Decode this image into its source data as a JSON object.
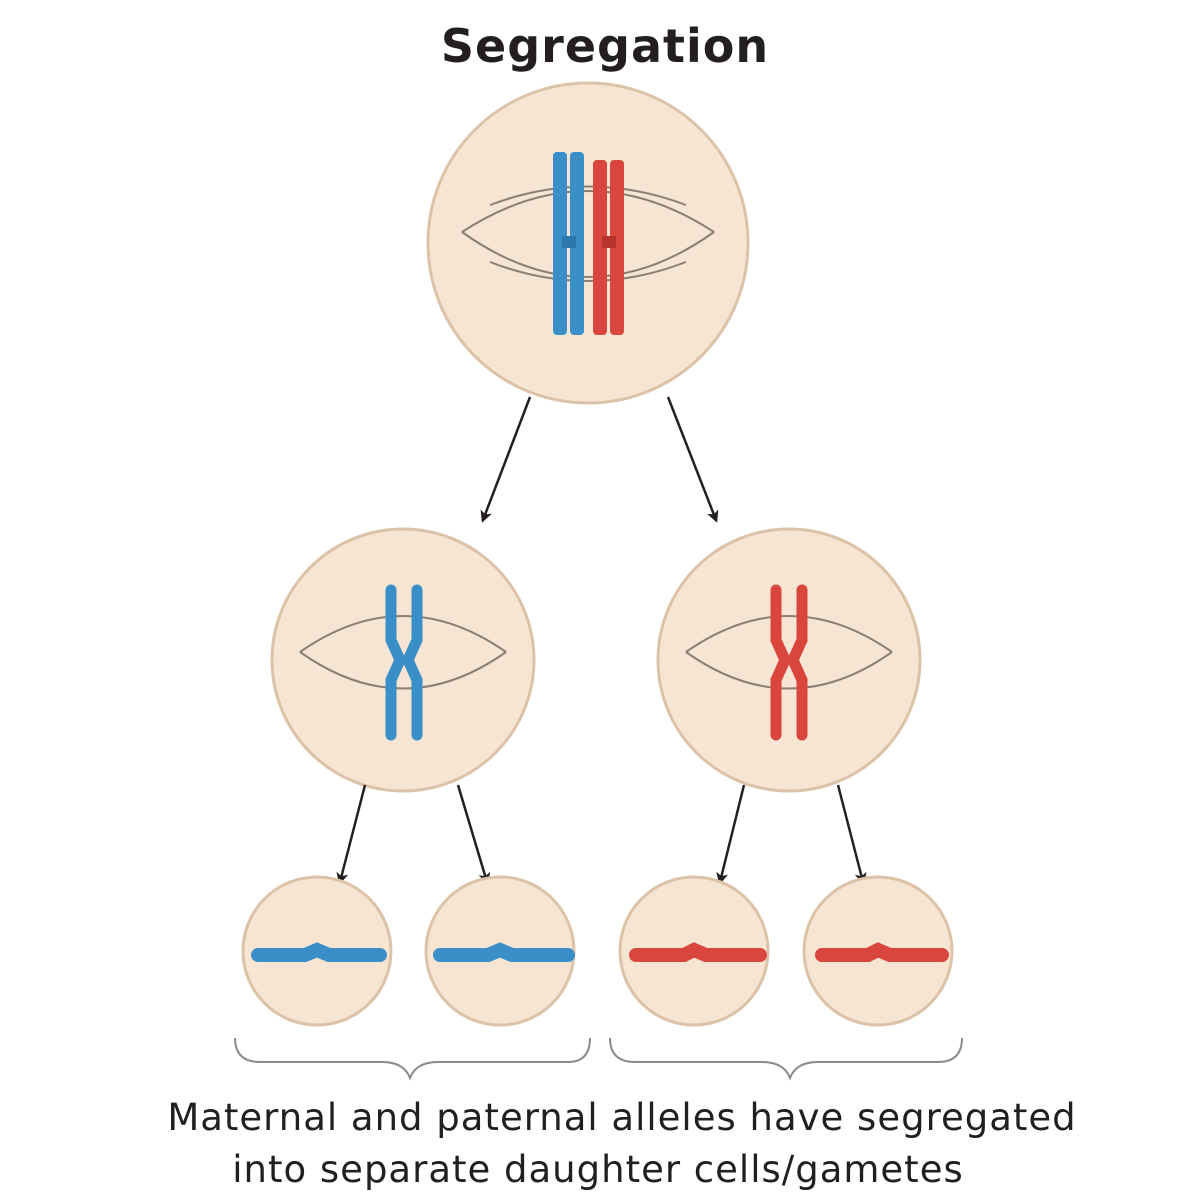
{
  "diagram": {
    "title": "Segregation",
    "caption": {
      "line1": "Maternal and paternal alleles have segregated",
      "line2": "into separate daughter cells/gametes"
    },
    "colors": {
      "cell_fill": "#f6e5d3",
      "cell_stroke": "#dcc3a8",
      "spindle": "#8a7f74",
      "maternal_chromosome": "#3a8fc8",
      "paternal_chromosome": "#d9463e",
      "arrow": "#231f20",
      "text": "#231f20",
      "brace": "#8a8a8a"
    },
    "stages": [
      {
        "name": "parent-cell",
        "chromosomes": [
          "maternal",
          "paternal"
        ]
      },
      {
        "name": "daughter-cell-maternal",
        "chromosomes": [
          "maternal"
        ]
      },
      {
        "name": "daughter-cell-paternal",
        "chromosomes": [
          "paternal"
        ]
      },
      {
        "name": "gamete-maternal-1",
        "chromosomes": [
          "maternal"
        ]
      },
      {
        "name": "gamete-maternal-2",
        "chromosomes": [
          "maternal"
        ]
      },
      {
        "name": "gamete-paternal-1",
        "chromosomes": [
          "paternal"
        ]
      },
      {
        "name": "gamete-paternal-2",
        "chromosomes": [
          "paternal"
        ]
      }
    ]
  }
}
